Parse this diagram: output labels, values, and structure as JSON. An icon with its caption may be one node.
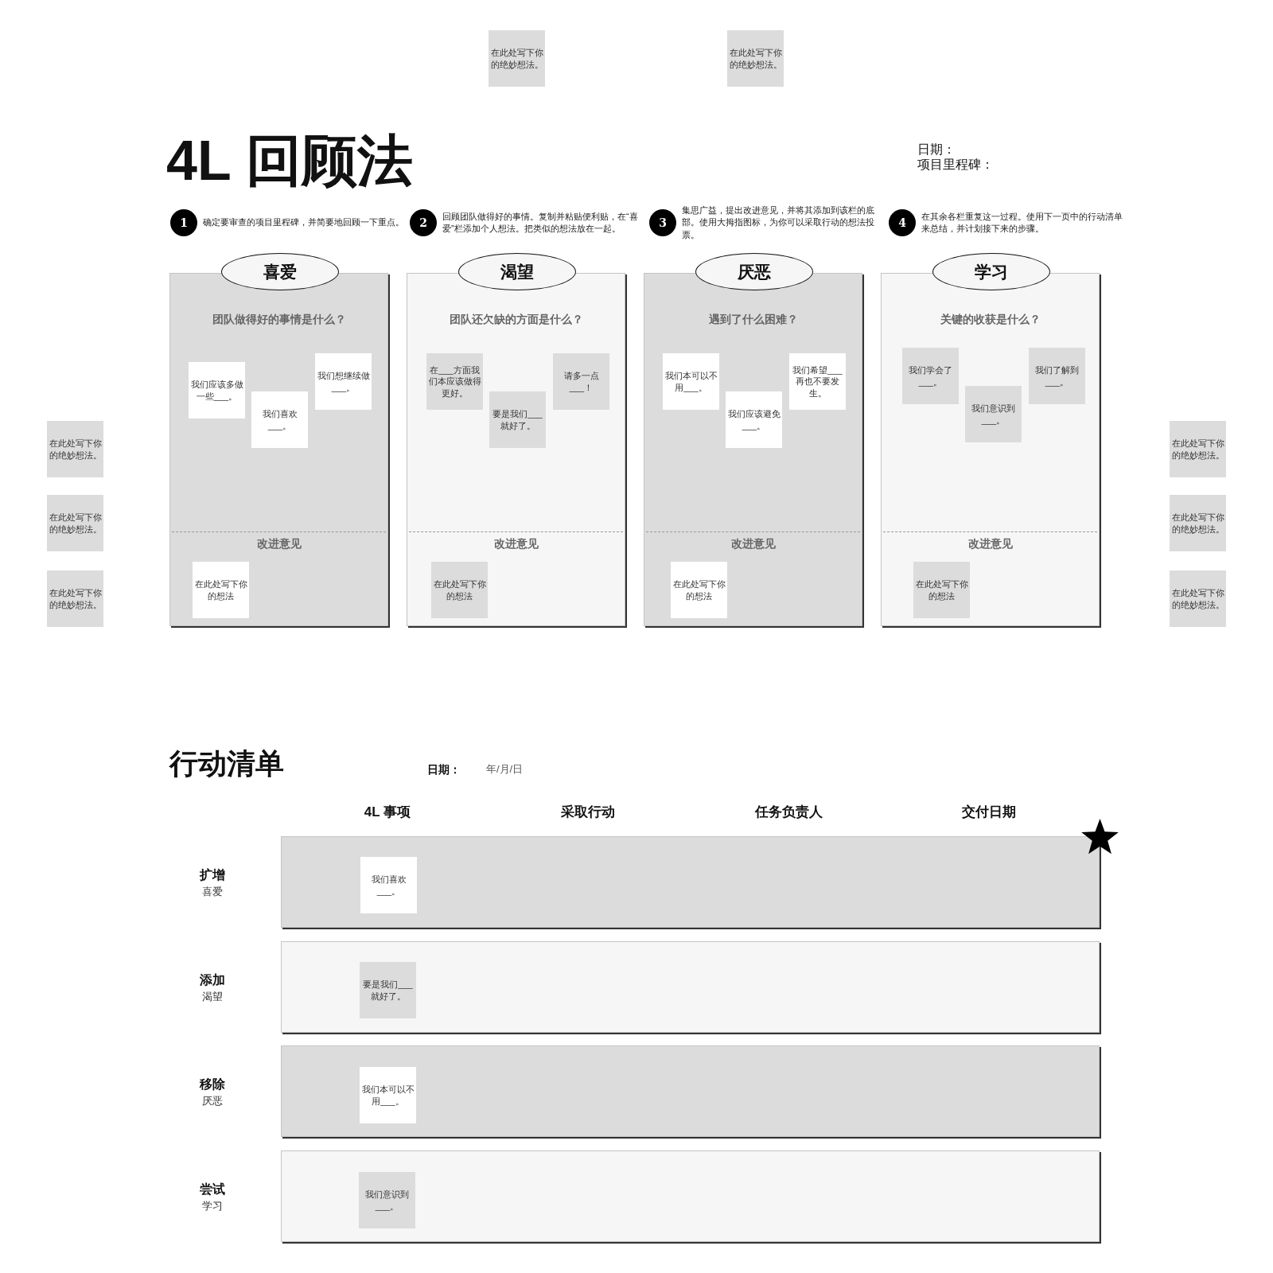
{
  "diagram": {
    "title": "4L 回顾法",
    "nodes": [
      {
        "text": [
          "在此处写下你的绝妙想法。"
        ]
      },
      {
        "text": [
          "在此处写下你的绝妙想法。"
        ]
      },
      {
        "text": [
          "1"
        ],
        "beside": [
          "确定要审查的项目里程碑，并简要地回顾一下重点。"
        ]
      },
      {
        "text": [
          "2"
        ],
        "beside": [
          "回顾团队做得好的事情。复制并粘贴便利贴，在“喜爱”栏添加个人想法。把类似的想法放在一起。"
        ]
      },
      {
        "text": [
          "3"
        ],
        "beside": [
          "集思广益，提出改进意见，并将其添加到该栏的底部。使用大拇指图标，为你可以采取行动的想法投票。"
        ]
      },
      {
        "text": [
          "4"
        ],
        "beside": [
          "在其余各栏重复这一过程。使用下一页中的行动清单来总结，并计划接下来的步骤。"
        ]
      },
      {
        "text": [
          "喜爱"
        ]
      },
      {
        "text": [
          "团队做得好的事情是什么？",
          "改进意见"
        ]
      },
      {
        "text": [
          "我们应该多做一些___。"
        ],
        "in": 7
      },
      {
        "text": [
          "我们喜欢___。"
        ],
        "in": 7
      },
      {
        "text": [
          "我们想继续做___。"
        ],
        "in": 7
      },
      {
        "text": [
          "在此处写下你的想法"
        ],
        "in": 7
      },
      {
        "text": [
          "渴望"
        ]
      },
      {
        "text": [
          "团队还欠缺的方面是什么？",
          "改进意见"
        ]
      },
      {
        "text": [
          "在___方面我们本应该做得更好。"
        ],
        "in": 13
      },
      {
        "text": [
          "要是我们___就好了。"
        ],
        "in": 13
      },
      {
        "text": [
          "请多一点___！"
        ],
        "in": 13
      },
      {
        "text": [
          "在此处写下你的想法"
        ],
        "in": 13
      },
      {
        "text": [
          "厌恶"
        ]
      },
      {
        "text": [
          "遇到了什么困难？",
          "改进意见"
        ]
      },
      {
        "text": [
          "我们本可以不用___。"
        ],
        "in": 19
      },
      {
        "text": [
          "我们应该避免___。"
        ],
        "in": 19
      },
      {
        "text": [
          "我们希望___再也不要发生。"
        ],
        "in": 19
      },
      {
        "text": [
          "在此处写下你的想法"
        ],
        "in": 19
      },
      {
        "text": [
          "学习"
        ]
      },
      {
        "text": [
          "关键的收获是什么？",
          "改进意见"
        ]
      },
      {
        "text": [
          "我们学会了___。"
        ],
        "in": 25
      },
      {
        "text": [
          "我们意识到___。"
        ],
        "in": 25
      },
      {
        "text": [
          "我们了解到___。"
        ],
        "in": 25
      },
      {
        "text": [
          "在此处写下你的想法"
        ],
        "in": 25
      },
      {
        "text": [
          "在此处写下你的绝妙想法。"
        ]
      },
      {
        "text": [
          "在此处写下你的绝妙想法。"
        ]
      },
      {
        "text": [
          "在此处写下你的绝妙想法。"
        ]
      },
      {
        "text": [
          "在此处写下你的绝妙想法。"
        ]
      },
      {
        "text": [
          "在此处写下你的绝妙想法。"
        ]
      },
      {
        "text": [
          "在此处写下你的绝妙想法。"
        ]
      },
      {
        "text": [],
        "shape": "box",
        "beside": [
          "扩增",
          "喜爱"
        ]
      },
      {
        "text": [
          "我们喜欢___。"
        ],
        "in": 36
      },
      {
        "text": [],
        "shape": "box",
        "beside": [
          "添加",
          "渴望"
        ]
      },
      {
        "text": [
          "要是我们___就好了。"
        ],
        "in": 38
      },
      {
        "text": [],
        "shape": "box",
        "beside": [
          "移除",
          "厌恶"
        ]
      },
      {
        "text": [
          "我们本可以不用___。"
        ],
        "in": 40
      },
      {
        "text": [],
        "shape": "box",
        "beside": [
          "尝试",
          "学习"
        ]
      },
      {
        "text": [
          "我们意识到___。"
        ],
        "in": 42
      }
    ],
    "labels": [
      "日期：",
      "项目里程碑：",
      "行动清单",
      "日期：",
      "年/月/日",
      "4L 事项",
      "采取行动",
      "任务负责人",
      "交付日期"
    ]
  }
}
